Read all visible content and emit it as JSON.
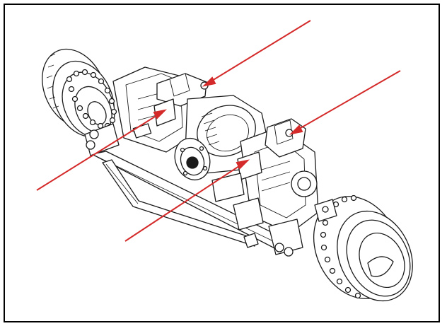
{
  "figure": {
    "subject": "axle-assembly",
    "callouts": [
      {
        "id": "upper-left-mount"
      },
      {
        "id": "upper-right-mount"
      },
      {
        "id": "lower-left-mount"
      },
      {
        "id": "lower-right-mount"
      }
    ]
  },
  "colors": {
    "frame": "#000000",
    "line_art": "#1a1a1a",
    "arrow": "#d42a2a",
    "background": "#ffffff"
  }
}
